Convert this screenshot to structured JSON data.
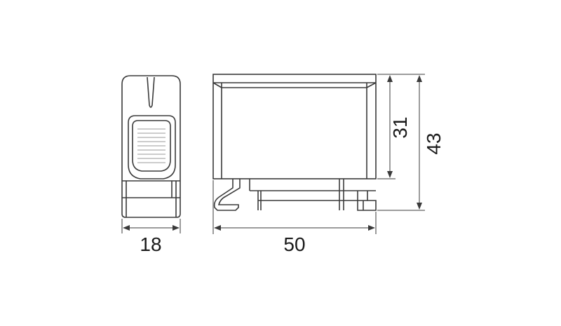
{
  "dimensions": {
    "side_width": "18",
    "front_width": "50",
    "inner_height": "31",
    "total_height": "43"
  },
  "colors": {
    "line": "#3a3a3a",
    "thin_line": "#555555",
    "background": "#ffffff"
  }
}
